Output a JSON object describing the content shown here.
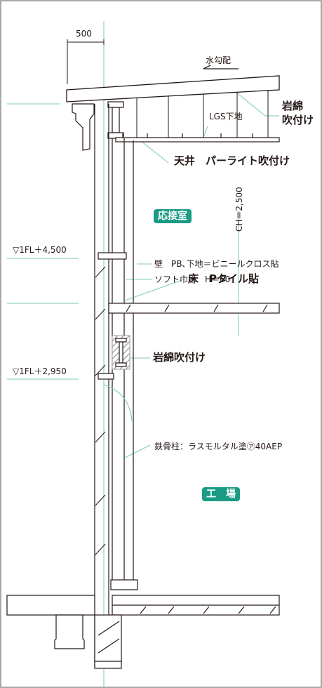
{
  "dimension_top": "500",
  "slope_label": "水勾配",
  "roof_insulation": {
    "line1": "岩綿",
    "line2": "吹付け"
  },
  "lgs_label": "LGS下地",
  "ceiling_label": "天井　パーライト吹付け",
  "room_upper": "応接室",
  "ceiling_height": "CH＝2,500",
  "level_1": "▽1FL＋4,500",
  "level_2": "▽1FL＋2,950",
  "wall_label": "壁　PB､下地＝ビニールクロス貼",
  "baseboard_label": "ソフト巾木　H＝60",
  "floor_label": "床　Pタイル貼",
  "beam_insulation": "岩綿吹付け",
  "column_label": "鉄骨柱：ラスモルタル塗㋐40AEP",
  "room_lower": "工　場",
  "colors": {
    "accent": "#1a9b84",
    "line": "#231815",
    "guide": "#7cc7b5"
  }
}
